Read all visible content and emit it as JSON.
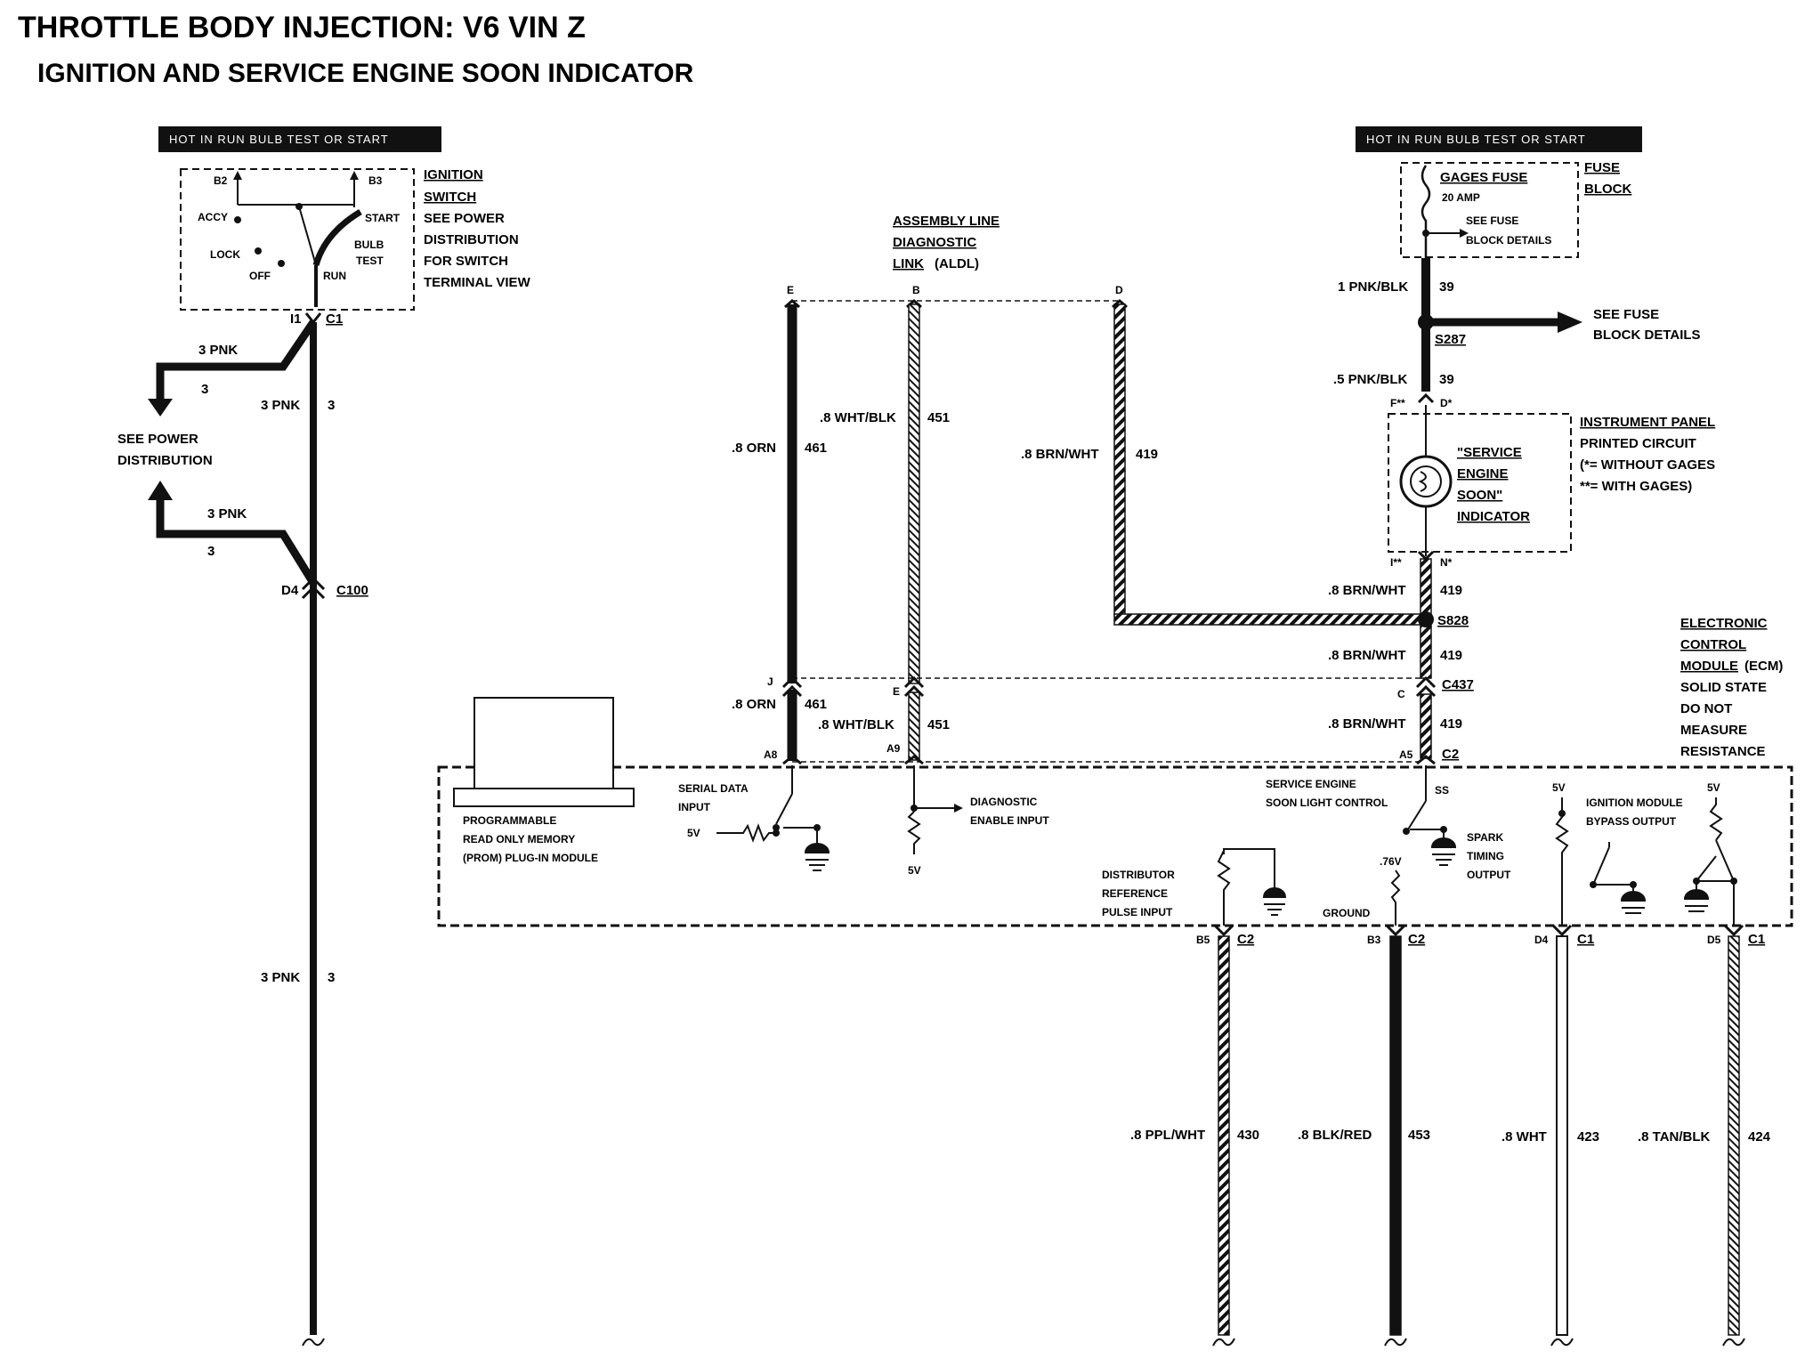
{
  "title": "THROTTLE BODY INJECTION: V6 VIN Z",
  "subtitle": "IGNITION AND SERVICE ENGINE SOON INDICATOR",
  "hot_left": "HOT IN RUN  BULB TEST OR START",
  "hot_right": "HOT IN RUN  BULB TEST OR START",
  "ignition": {
    "title1": "IGNITION",
    "title2": "SWITCH",
    "desc": [
      "SEE POWER",
      "DISTRIBUTION",
      "FOR SWITCH",
      "TERMINAL VIEW"
    ],
    "b2": "B2",
    "b3": "B3",
    "accy": "ACCY",
    "start": "START",
    "lock": "LOCK",
    "bulb": "BULB",
    "test": "TEST",
    "off": "OFF",
    "run": "RUN",
    "i1": "I1",
    "c1": "C1"
  },
  "left": {
    "pnk_top": "3 PNK",
    "num_top": "3",
    "pnk_mid": "3 PNK",
    "num_mid": "3",
    "see_power1": "SEE POWER",
    "see_power2": "DISTRIBUTION",
    "pnk_low": "3 PNK",
    "num_low": "3",
    "d4": "D4",
    "c100": "C100",
    "pnk_bot": "3 PNK",
    "num_bot": "3"
  },
  "aldl": {
    "t1": "ASSEMBLY LINE",
    "t2": "DIAGNOSTIC",
    "t3": "LINK",
    "t3b": "(ALDL)",
    "e": "E",
    "b": "B",
    "d": "D"
  },
  "wires": {
    "orn_top": ".8 ORN",
    "n461_top": "461",
    "whtblk_top": ".8 WHT/BLK",
    "n451_top": "451",
    "brnwht_mid": ".8 BRN/WHT",
    "n419_mid": "419",
    "j": "J",
    "e2": "E",
    "orn_bot": ".8 ORN",
    "n461_bot": "461",
    "whtblk_bot": ".8 WHT/BLK",
    "n451_bot": "451",
    "a8": "A8",
    "a9": "A9"
  },
  "fuse": {
    "gages": "GAGES FUSE",
    "amp": "20 AMP",
    "see1": "SEE FUSE",
    "see2": "BLOCK DETAILS",
    "fuse_block1": "FUSE",
    "fuse_block2": "BLOCK",
    "pnkblk1": "1 PNK/BLK",
    "n39a": "39",
    "s287": "S287",
    "see_fuse1": "SEE FUSE",
    "see_fuse2": "BLOCK DETAILS",
    "pnkblk2": ".5 PNK/BLK",
    "n39b": "39",
    "f": "F**",
    "d": "D*"
  },
  "indicator": {
    "l1": "\"SERVICE",
    "l2": "ENGINE",
    "l3": "SOON\"",
    "l4": "INDICATOR",
    "ip1": "INSTRUMENT PANEL",
    "ip2": "PRINTED CIRCUIT",
    "ip3": "(*= WITHOUT GAGES",
    "ip4": "**= WITH GAGES)",
    "i": "I**",
    "n": "N*"
  },
  "right": {
    "brn1": ".8 BRN/WHT",
    "n1": "419",
    "s828": "S828",
    "brn2": ".8 BRN/WHT",
    "n2": "419",
    "c": "C",
    "c437": "C437",
    "brn3": ".8 BRN/WHT",
    "n3": "419",
    "a5": "A5",
    "c2": "C2"
  },
  "ecm": {
    "t1": "ELECTRONIC",
    "t2": "CONTROL",
    "t3": "MODULE",
    "t3b": "(ECM)",
    "d1": "SOLID STATE",
    "d2": "DO NOT",
    "d3": "MEASURE",
    "d4": "RESISTANCE",
    "prom1": "PROGRAMMABLE",
    "prom2": "READ ONLY MEMORY",
    "prom3": "(PROM) PLUG-IN MODULE",
    "serial1": "SERIAL DATA",
    "serial2": "INPUT",
    "v5a": "5V",
    "diag1": "DIAGNOSTIC",
    "diag2": "ENABLE INPUT",
    "v5b": "5V",
    "ses1": "SERVICE ENGINE",
    "ses2": "SOON LIGHT CONTROL",
    "ss": "SS",
    "spark1": "SPARK",
    "spark2": "TIMING",
    "spark3": "OUTPUT",
    "v76": ".76V",
    "ground": "GROUND",
    "dist1": "DISTRIBUTOR",
    "dist2": "REFERENCE",
    "dist3": "PULSE INPUT",
    "v5c": "5V",
    "v5d": "5V",
    "ibp1": "IGNITION MODULE",
    "ibp2": "BYPASS OUTPUT"
  },
  "bottom": {
    "b5": "B5",
    "c2a": "C2",
    "b3": "B3",
    "c2b": "C2",
    "d4": "D4",
    "c1a": "C1",
    "d5": "D5",
    "c1b": "C1",
    "w430": ".8 PPL/WHT",
    "n430": "430",
    "w453": ".8 BLK/RED",
    "n453": "453",
    "w423": ".8 WHT",
    "n423": "423",
    "w424": ".8 TAN/BLK",
    "n424": "424"
  }
}
